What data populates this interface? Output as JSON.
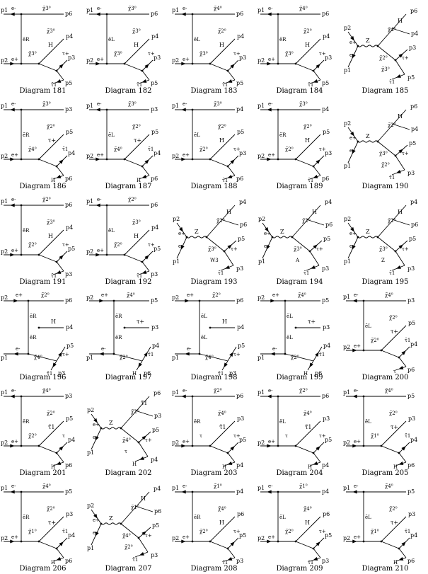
{
  "diagrams": [
    {
      "caption": "Diagram 181",
      "type": "tee",
      "labels": [
        "p1",
        "p2",
        "e-",
        "e+",
        "p6",
        "p4",
        "p3",
        "p5",
        "H",
        "τ+",
        "τ̃1",
        "χ̃3⁰",
        "χ̃3⁰",
        "ẽR",
        "χ̃3⁰"
      ]
    },
    {
      "caption": "Diagram 182",
      "type": "tee",
      "labels": [
        "p1",
        "p2",
        "e-",
        "e+",
        "p6",
        "p4",
        "p3",
        "p5",
        "H",
        "τ+",
        "τ̃1",
        "χ̃3⁰",
        "χ̃3⁰",
        "ẽL",
        "χ̃3⁰"
      ]
    },
    {
      "caption": "Diagram 183",
      "type": "tee",
      "labels": [
        "p1",
        "p2",
        "e-",
        "e+",
        "p6",
        "p4",
        "p3",
        "p5",
        "H",
        "τ+",
        "τ̃1",
        "χ̃4⁰",
        "χ̃2⁰",
        "ẽL",
        "χ̃3⁰"
      ]
    },
    {
      "caption": "Diagram 184",
      "type": "tee",
      "labels": [
        "p1",
        "p2",
        "e-",
        "e+",
        "p6",
        "p4",
        "p3",
        "p5",
        "H",
        "τ+",
        "τ̃1",
        "χ̃4⁰",
        "χ̃2⁰",
        "ẽR",
        "χ̃3⁰"
      ]
    },
    {
      "caption": "Diagram 185",
      "type": "z",
      "labels": [
        "p2",
        "p1",
        "e+",
        "e-",
        "p6",
        "p4",
        "p3",
        "p5",
        "H",
        "τ+",
        "τ̃1",
        "χ̃4⁰",
        "χ̃2⁰",
        "Z",
        "χ̃3⁰"
      ]
    },
    {
      "caption": "Diagram 186",
      "type": "tee",
      "labels": [
        "p1",
        "p2",
        "e-",
        "e+",
        "p3",
        "p5",
        "p4",
        "p6",
        "τ+",
        "τ̃1",
        "H",
        "χ̃3⁰",
        "χ̃2⁰",
        "ẽR",
        "χ̃4⁰"
      ]
    },
    {
      "caption": "Diagram 187",
      "type": "tee",
      "labels": [
        "p1",
        "p2",
        "e-",
        "e+",
        "p3",
        "p5",
        "p4",
        "p6",
        "τ+",
        "τ̃1",
        "H",
        "χ̃3⁰",
        "χ̃2⁰",
        "ẽL",
        "χ̃4⁰"
      ]
    },
    {
      "caption": "Diagram 188",
      "type": "tee",
      "labels": [
        "p1",
        "p2",
        "e-",
        "e+",
        "p4",
        "p5",
        "p3",
        "p6",
        "H",
        "τ+",
        "τ̃1",
        "χ̃3⁰",
        "χ̃2⁰",
        "ẽL",
        "χ̃2⁰"
      ]
    },
    {
      "caption": "Diagram 189",
      "type": "tee",
      "labels": [
        "p1",
        "p2",
        "e-",
        "e+",
        "p4",
        "p5",
        "p3",
        "p6",
        "H",
        "τ+",
        "τ̃1",
        "χ̃3⁰",
        "χ̃2⁰",
        "ẽR",
        "χ̃2⁰"
      ]
    },
    {
      "caption": "Diagram 190",
      "type": "z",
      "labels": [
        "p2",
        "p1",
        "e+",
        "e-",
        "p6",
        "p4",
        "p5",
        "p3",
        "H",
        "τ+",
        "τ̃1",
        "χ̃2⁰",
        "χ̃3⁰",
        "Z",
        "χ̃2⁰"
      ]
    },
    {
      "caption": "Diagram 191",
      "type": "tee",
      "labels": [
        "p1",
        "p2",
        "e-",
        "e+",
        "p6",
        "p4",
        "p5",
        "p3",
        "H",
        "τ+",
        "τ̃1",
        "χ̃2⁰",
        "χ̃3⁰",
        "ẽR",
        "χ̃2⁰"
      ]
    },
    {
      "caption": "Diagram 192",
      "type": "tee",
      "labels": [
        "p1",
        "p2",
        "e-",
        "e+",
        "p6",
        "p4",
        "p5",
        "p3",
        "H",
        "τ+",
        "τ̃1",
        "χ̃2⁰",
        "χ̃3⁰",
        "ẽL",
        "χ̃2⁰"
      ]
    },
    {
      "caption": "Diagram 193",
      "type": "z",
      "labels": [
        "p2",
        "p1",
        "e+",
        "e-",
        "p4",
        "p6",
        "p5",
        "p3",
        "H",
        "τ+",
        "τ̃1",
        "χ̃2⁰",
        "χ̃3⁰",
        "Z",
        "W3"
      ]
    },
    {
      "caption": "Diagram 194",
      "type": "z",
      "labels": [
        "p2",
        "p1",
        "e+",
        "e-",
        "p4",
        "p6",
        "p5",
        "p3",
        "H",
        "τ+",
        "τ̃1",
        "χ̃2⁰",
        "χ̃3⁰",
        "Z",
        "A"
      ]
    },
    {
      "caption": "Diagram 195",
      "type": "z",
      "labels": [
        "p2",
        "p1",
        "e+",
        "e-",
        "p4",
        "p6",
        "p5",
        "p3",
        "H",
        "τ+",
        "τ̃1",
        "χ̃2⁰",
        "χ̃3⁰",
        "Z",
        "Z"
      ]
    },
    {
      "caption": "Diagram 196",
      "type": "y",
      "labels": [
        "p2",
        "p1",
        "e+",
        "e-",
        "p6",
        "p4",
        "p5",
        "p3",
        "H",
        "τ+",
        "τ̃1",
        "χ̃2⁰",
        "χ̃4⁰",
        "ẽR",
        "ẽR"
      ]
    },
    {
      "caption": "Diagram 197",
      "type": "y",
      "labels": [
        "p2",
        "p1",
        "e+",
        "e-",
        "p5",
        "p3",
        "p4",
        "p6",
        "τ+",
        "τ̃1",
        "H",
        "χ̃4⁰",
        "χ̃2⁰",
        "ẽR",
        "ẽR"
      ]
    },
    {
      "caption": "Diagram 198",
      "type": "y",
      "labels": [
        "p2",
        "p1",
        "e+",
        "e-",
        "p6",
        "p4",
        "p5",
        "p3",
        "H",
        "τ+",
        "τ̃1",
        "χ̃2⁰",
        "χ̃4⁰",
        "ẽL",
        "ẽL"
      ]
    },
    {
      "caption": "Diagram 199",
      "type": "y",
      "labels": [
        "p2",
        "p1",
        "e+",
        "e-",
        "p5",
        "p3",
        "p4",
        "p6",
        "τ+",
        "τ̃1",
        "H",
        "χ̃4⁰",
        "χ̃2⁰",
        "ẽL",
        "ẽL"
      ]
    },
    {
      "caption": "Diagram 200",
      "type": "tee",
      "labels": [
        "p1",
        "p2",
        "e-",
        "e+",
        "p3",
        "p5",
        "p4",
        "p6",
        "τ+",
        "τ̃1",
        "τ",
        "χ̃4⁰",
        "χ̃2⁰",
        "ẽL",
        "χ̃2⁰"
      ]
    },
    {
      "caption": "Diagram 201",
      "type": "tee",
      "labels": [
        "p1",
        "p2",
        "e-",
        "e+",
        "p3",
        "p5",
        "p4",
        "p6",
        "τ̃1",
        "τ",
        "H",
        "χ̃4⁰",
        "χ̃2⁰",
        "ẽR",
        "χ̃2⁰"
      ]
    },
    {
      "caption": "Diagram 202",
      "type": "z",
      "labels": [
        "p2",
        "p1",
        "e+",
        "e-",
        "p6",
        "p3",
        "p5",
        "p4",
        "τ̃1",
        "τ+",
        "H",
        "χ̃2⁰",
        "χ̃4⁰",
        "Z",
        "τ"
      ]
    },
    {
      "caption": "Diagram 203",
      "type": "tee",
      "labels": [
        "p1",
        "p2",
        "e-",
        "e+",
        "p6",
        "p3",
        "p5",
        "p4",
        "τ̃1",
        "τ+",
        "H",
        "χ̃2⁰",
        "χ̃4⁰",
        "ẽR",
        "τ"
      ]
    },
    {
      "caption": "Diagram 204",
      "type": "tee",
      "labels": [
        "p1",
        "p2",
        "e-",
        "e+",
        "p6",
        "p3",
        "p5",
        "p4",
        "τ̃1",
        "τ+",
        "H",
        "χ̃2⁰",
        "χ̃4⁰",
        "ẽL",
        "τ"
      ]
    },
    {
      "caption": "Diagram 205",
      "type": "tee",
      "labels": [
        "p1",
        "p2",
        "e-",
        "e+",
        "p5",
        "p3",
        "p4",
        "p6",
        "τ+",
        "τ̃1",
        "H",
        "χ̃4⁰",
        "χ̃2⁰",
        "ẽL",
        "χ̃1⁰"
      ]
    },
    {
      "caption": "Diagram 206",
      "type": "tee",
      "labels": [
        "p1",
        "p2",
        "e-",
        "e+",
        "p5",
        "p3",
        "p4",
        "p6",
        "τ+",
        "τ̃1",
        "H",
        "χ̃4⁰",
        "χ̃2⁰",
        "ẽR",
        "χ̃1⁰"
      ]
    },
    {
      "caption": "Diagram 207",
      "type": "z",
      "labels": [
        "p2",
        "p1",
        "e+",
        "e-",
        "p4",
        "p6",
        "p5",
        "p3",
        "H",
        "τ+",
        "τ̃1",
        "χ̃1⁰",
        "χ̃4⁰",
        "Z",
        "χ̃2⁰"
      ]
    },
    {
      "caption": "Diagram 208",
      "type": "tee",
      "labels": [
        "p1",
        "p2",
        "e-",
        "e+",
        "p4",
        "p6",
        "p5",
        "p3",
        "H",
        "τ+",
        "τ̃1",
        "χ̃1⁰",
        "χ̃4⁰",
        "ẽR",
        "χ̃2⁰"
      ]
    },
    {
      "caption": "Diagram 209",
      "type": "tee",
      "labels": [
        "p1",
        "p2",
        "e-",
        "e+",
        "p4",
        "p6",
        "p5",
        "p3",
        "H",
        "τ+",
        "τ̃1",
        "χ̃1⁰",
        "χ̃4⁰",
        "ẽL",
        "χ̃2⁰"
      ]
    },
    {
      "caption": "Diagram 210",
      "type": "tee",
      "labels": [
        "p1",
        "p2",
        "e-",
        "e+",
        "p5",
        "p3",
        "p4",
        "p6",
        "τ+",
        "τ̃1",
        "H",
        "χ̃4⁰",
        "χ̃2⁰",
        "ẽL",
        "χ̃1⁰"
      ]
    }
  ]
}
